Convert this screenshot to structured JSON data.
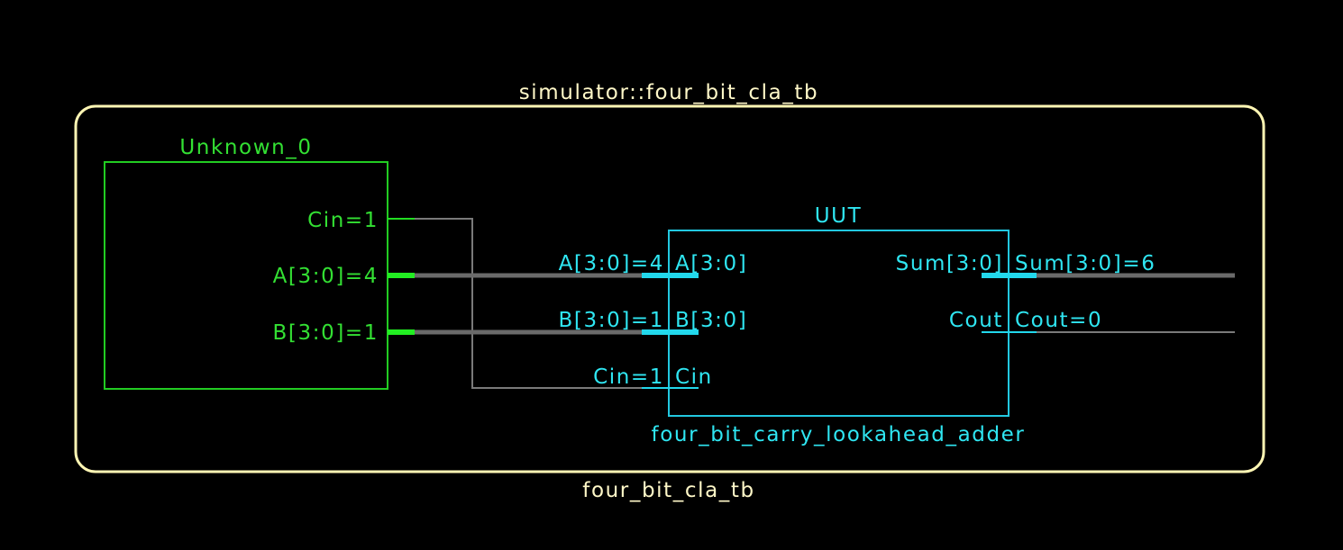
{
  "testbench": {
    "instance_title": "simulator::four_bit_cla_tb",
    "module_name": "four_bit_cla_tb"
  },
  "source_block": {
    "title": "Unknown_0",
    "ports": {
      "cin": "Cin=1",
      "a": "A[3:0]=4",
      "b": "B[3:0]=1"
    }
  },
  "uut": {
    "instance_name": "UUT",
    "module_name": "four_bit_carry_lookahead_adder",
    "inputs": {
      "a_value": "A[3:0]=4",
      "a_port": "A[3:0]",
      "b_value": "B[3:0]=1",
      "b_port": "B[3:0]",
      "cin_value": "Cin=1",
      "cin_port": "Cin"
    },
    "outputs": {
      "sum_port": "Sum[3:0]",
      "sum_value": "Sum[3:0]=6",
      "cout_port": "Cout",
      "cout_value": "Cout=0"
    }
  },
  "colors": {
    "background": "#000000",
    "testbench_frame": "#fff6b4",
    "source_block": "#22cc22",
    "uut_block": "#22c8e0",
    "wire": "#6a6a6a"
  }
}
